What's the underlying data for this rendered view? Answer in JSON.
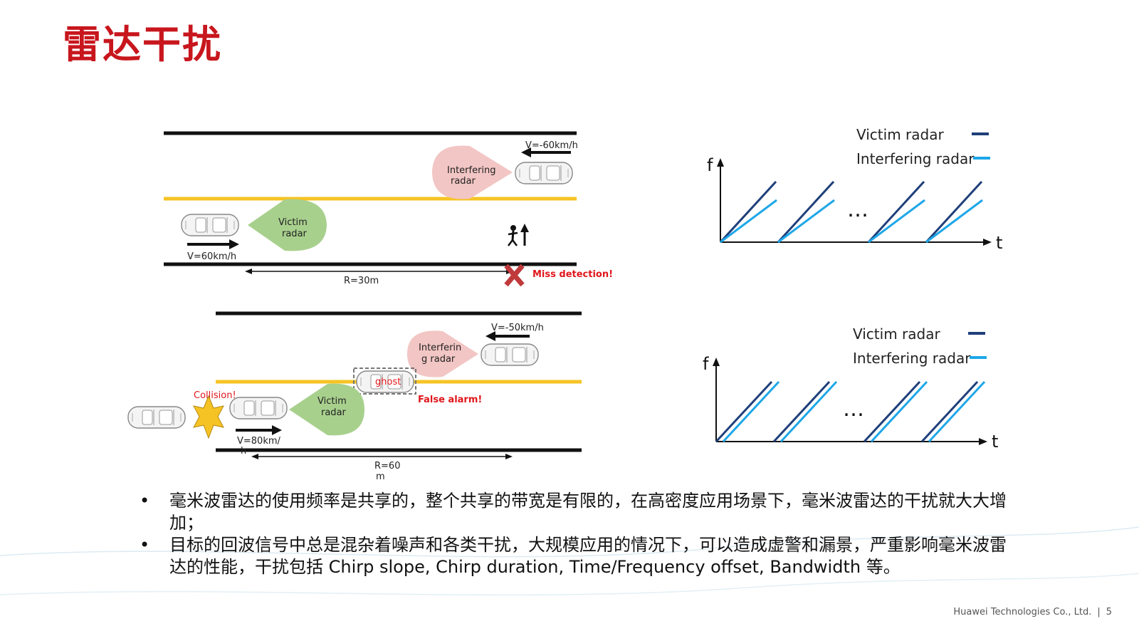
{
  "title": "雷达干扰",
  "scene_top": {
    "oncoming_speed": "V=-60km/h",
    "interfering_label_1": "Interfering",
    "interfering_label_2": "radar",
    "victim_label_1": "Victim",
    "victim_label_2": "radar",
    "own_speed": "V=60km/h",
    "range": "R=30m",
    "result": "Miss detection!"
  },
  "scene_bottom": {
    "oncoming_speed": "V=-50km/h",
    "interfering_label_1": "Interferin",
    "interfering_label_2": "g radar",
    "ghost": "ghost",
    "false_alarm": "False alarm!",
    "collision": "Collision!",
    "victim_label_1": "Victim",
    "victim_label_2": "radar",
    "own_speed_1": "V=80km/",
    "own_speed_2": "h",
    "range_1": "R=60",
    "range_2": "m"
  },
  "chart_top": {
    "legend_victim": "Victim radar",
    "legend_interfering": "Interfering radar",
    "axis_y": "f",
    "axis_x": "t",
    "ellipsis": "…"
  },
  "chart_bottom": {
    "legend_victim": "Victim radar",
    "legend_interfering": "Interfering radar",
    "axis_y": "f",
    "axis_x": "t",
    "ellipsis": "…"
  },
  "colors": {
    "victim": "#1f3f7a",
    "interfering": "#1ea7e8",
    "title": "#c8161d",
    "alert": "#e0161b",
    "lane": "#f6c324"
  },
  "bullets": [
    "毫米波雷达的使用频率是共享的，整个共享的带宽是有限的，在高密度应用场景下，毫米波雷达的干扰就大大增加；",
    "目标的回波信号中总是混杂着噪声和各类干扰，大规模应用的情况下，可以造成虚警和漏景，严重影响毫米波雷达的性能，干扰包括 Chirp slope, Chirp duration, Time/Frequency offset, Bandwidth 等。"
  ],
  "footer": {
    "company": "Huawei Technologies Co., Ltd.",
    "page": "5"
  }
}
